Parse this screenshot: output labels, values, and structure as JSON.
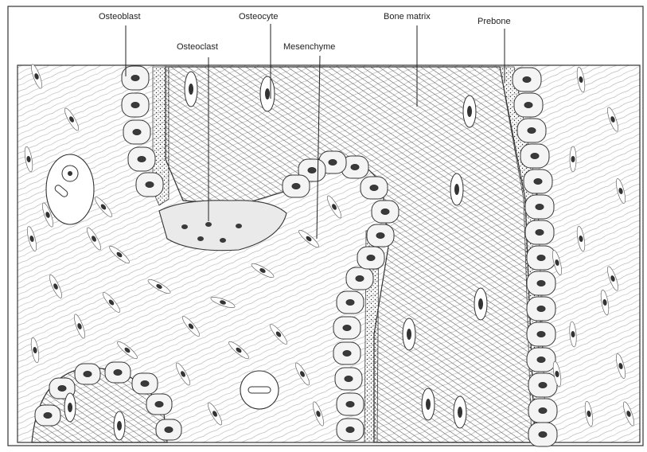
{
  "figure": {
    "labels": {
      "osteoblast": "Osteoblast",
      "osteocyte": "Osteocyte",
      "osteoclast": "Osteoclast",
      "mesenchyme": "Mesenchyme",
      "bone_matrix": "Bone matrix",
      "prebone": "Prebone"
    }
  },
  "colors": {
    "ink": "#2a2a2a",
    "paper": "#ffffff",
    "cell_fill": "#f4f4f4",
    "nucleus": "#3a3a3a",
    "hatch": "#555555"
  }
}
